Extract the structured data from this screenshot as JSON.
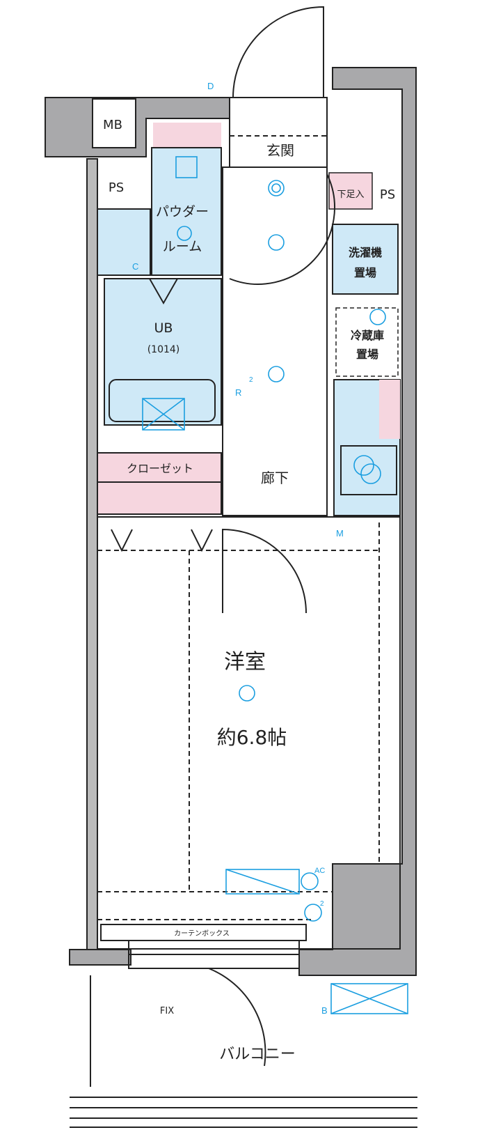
{
  "rooms": {
    "western": "洋室",
    "western_size": "約6.8帖",
    "hallway": "廊下",
    "entrance": "玄関",
    "bath": "UB",
    "bath_size": "(1014)",
    "powder_1": "パウダー",
    "powder_2": "ルーム",
    "closet": "クローゼット",
    "balcony": "バルコニー",
    "mb": "MB",
    "ps_left": "PS",
    "ps_right": "PS",
    "shoe": "下足入",
    "washer_1": "洗濯機",
    "washer_2": "置場",
    "fridge_1": "冷蔵庫",
    "fridge_2": "置場",
    "curtain_box": "カーテンボックス",
    "fix": "FIX"
  },
  "symbols": {
    "door_bell": "D",
    "c": "C",
    "r": "R",
    "m": "M",
    "b": "B",
    "ac": "AC",
    "two_a": "2",
    "two_b": "2"
  },
  "colors": {
    "wet_area": "#cfe9f7",
    "storage": "#f6d6df",
    "wall": "#a9a9ab",
    "symbol": "#1a9ee0"
  }
}
